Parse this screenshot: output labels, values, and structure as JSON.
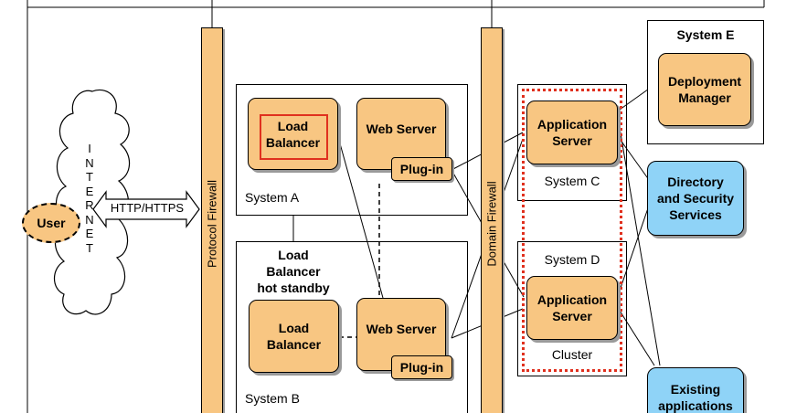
{
  "internet_letters": [
    "I",
    "N",
    "T",
    "E",
    "R",
    "N",
    "E",
    "T"
  ],
  "user_label": "User",
  "protocol_label": "HTTP/HTTPS",
  "protocol_firewall": "Protocol Firewall",
  "domain_firewall": "Domain Firewall",
  "system_a": {
    "label": "System A",
    "load_balancer": "Load\nBalancer",
    "web_server": "Web Server",
    "plugin": "Plug-in"
  },
  "hot_standby": "Load\nBalancer\nhot standby",
  "system_b": {
    "label": "System B",
    "load_balancer": "Load\nBalancer",
    "web_server": "Web Server",
    "plugin": "Plug-in"
  },
  "system_c": {
    "label": "System C",
    "app_server": "Application\nServer"
  },
  "system_d": {
    "label": "System D",
    "app_server": "Application\nServer"
  },
  "cluster_label": "Cluster",
  "system_e": {
    "label": "System E",
    "deployment_manager": "Deployment\nManager"
  },
  "directory_services": "Directory\nand Security\nServices",
  "existing_apps": "Existing\napplications",
  "colors": {
    "node_fill": "#f8c682",
    "service_fill": "#8fd3f7",
    "cluster_border": "#e0301e",
    "lb_highlight": "#e0301e"
  }
}
